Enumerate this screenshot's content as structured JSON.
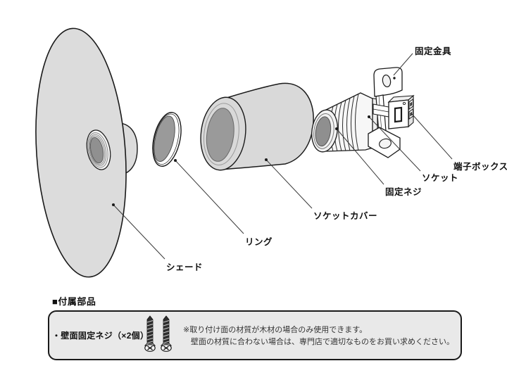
{
  "page": {
    "background": "#ffffff"
  },
  "diagram": {
    "labels": {
      "bracket": "固定金具",
      "terminal_box": "端子ボックス",
      "socket": "ソケット",
      "fixing_screw": "固定ネジ",
      "socket_cover": "ソケットカバー",
      "ring": "リング",
      "shade": "シェード"
    },
    "colors": {
      "part_fill": "#dcdcdc",
      "cover_fill": "#d9d9d9",
      "hole_fill": "#909090",
      "outline": "#1a1a1a",
      "leader": "#3a3a3a"
    }
  },
  "accessories": {
    "heading": "■付属部品",
    "item_label": "・壁面固定ネジ（×2個）",
    "note_lines": [
      "※取り付け面の材質が木材の場合のみ使用できます。",
      "壁面の材質に合わない場合は、専門店で適切なものをお買い求めください。"
    ],
    "box_fill": "#e9e9e9"
  }
}
